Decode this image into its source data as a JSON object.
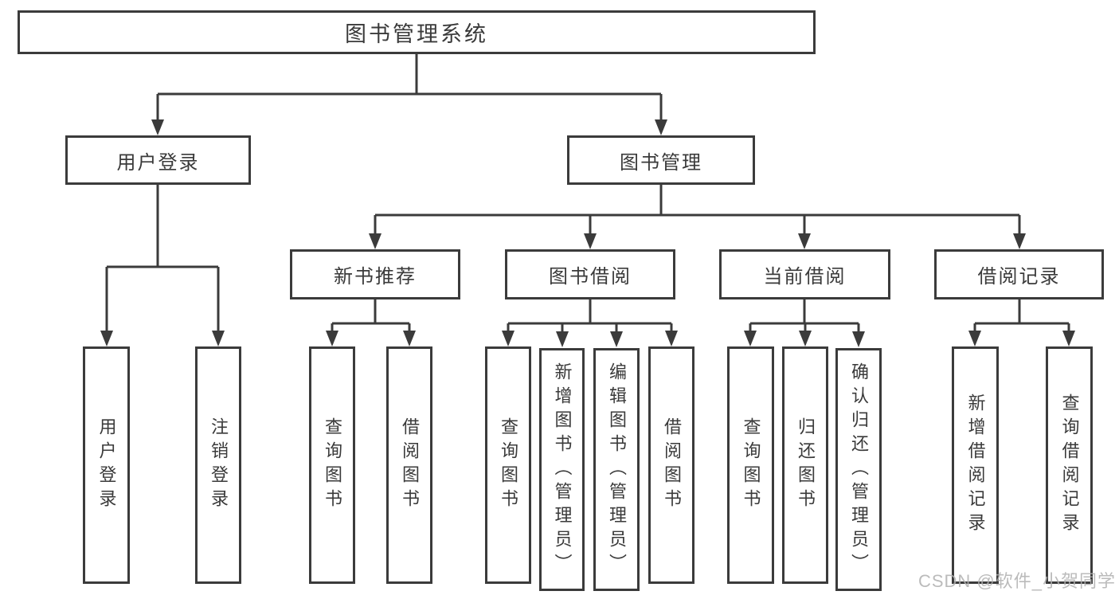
{
  "colors": {
    "line": "#3b3b3b",
    "text": "#3a3a3a",
    "watermark": "#b0b0b0",
    "background": "#ffffff"
  },
  "watermark": {
    "text": "CSDN @软件_小贺同学"
  },
  "tree": {
    "root": {
      "label": "图书管理系统"
    },
    "branches": [
      {
        "label": "用户登录",
        "children": [
          {
            "label": "用户登录"
          },
          {
            "label": "注销登录"
          }
        ]
      },
      {
        "label": "图书管理",
        "groups": [
          {
            "label": "新书推荐",
            "children": [
              {
                "label": "查询图书"
              },
              {
                "label": "借阅图书"
              }
            ]
          },
          {
            "label": "图书借阅",
            "children": [
              {
                "label": "查询图书"
              },
              {
                "label": "新增图书（管理员）"
              },
              {
                "label": "编辑图书（管理员）"
              },
              {
                "label": "借阅图书"
              }
            ]
          },
          {
            "label": "当前借阅",
            "children": [
              {
                "label": "查询图书"
              },
              {
                "label": "归还图书"
              },
              {
                "label": "确认归还（管理员）"
              }
            ]
          },
          {
            "label": "借阅记录",
            "children": [
              {
                "label": "新增借阅记录"
              },
              {
                "label": "查询借阅记录"
              }
            ]
          }
        ]
      }
    ]
  }
}
